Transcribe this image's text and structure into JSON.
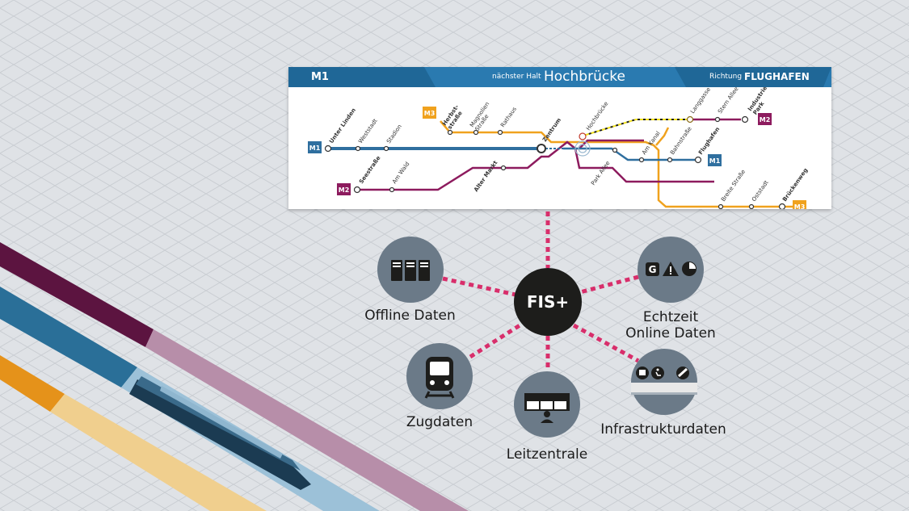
{
  "header": {
    "line": "M1",
    "next_stop_label": "nächster Halt",
    "next_stop": "Hochbrücke",
    "direction_label": "Richtung",
    "direction": "FLUGHAFEN"
  },
  "network_map": {
    "lines": [
      {
        "name": "M1",
        "color": "#2f6f9f"
      },
      {
        "name": "M2",
        "color": "#8d1b5e"
      },
      {
        "name": "M3",
        "color": "#f0a21e"
      }
    ],
    "stations": {
      "unter_linden": "Unter Linden",
      "weststadt": "Weststadt",
      "stadion": "Stadion",
      "herbststrasse": "Herbst-\nstraße",
      "magnolien_strasse": "Magnolien\nStraße",
      "rathaus": "Rathaus",
      "zentrum": "Zentrum",
      "hochbruecke": "Hochbrücke",
      "langgasse": "Langgasse",
      "stern_allee": "Stern Allee",
      "industrie_park": "Industrie\nPark",
      "seestrasse": "Seestraße",
      "am_wald": "Am Wald",
      "alter_markt": "Alter Markt",
      "park_allee": "Park Allee",
      "am_kanal": "Am Kanal",
      "bahnstrasse": "Bahnstraße",
      "flughafen": "Flughafen",
      "breite_strasse": "Breite Straße",
      "oststadt": "Oststadt",
      "brueckenweg": "Brückenweg"
    },
    "badges": {
      "m1": "M1",
      "m2": "M2",
      "m3": "M3"
    }
  },
  "hub": {
    "center": "FIS+",
    "nodes": {
      "offline": "Offline Daten",
      "echtzeit": "Echtzeit\nOnline Daten",
      "zugdaten": "Zugdaten",
      "leitzentrale": "Leitzentrale",
      "infrastruktur": "Infrastrukturdaten"
    }
  },
  "colors": {
    "background": "#dfe2e6",
    "header_blue": "#2a7ab0",
    "hub_dark": "#1d1d1b",
    "node_grey": "#6b7a88",
    "dash_pink": "#d82e6b"
  }
}
